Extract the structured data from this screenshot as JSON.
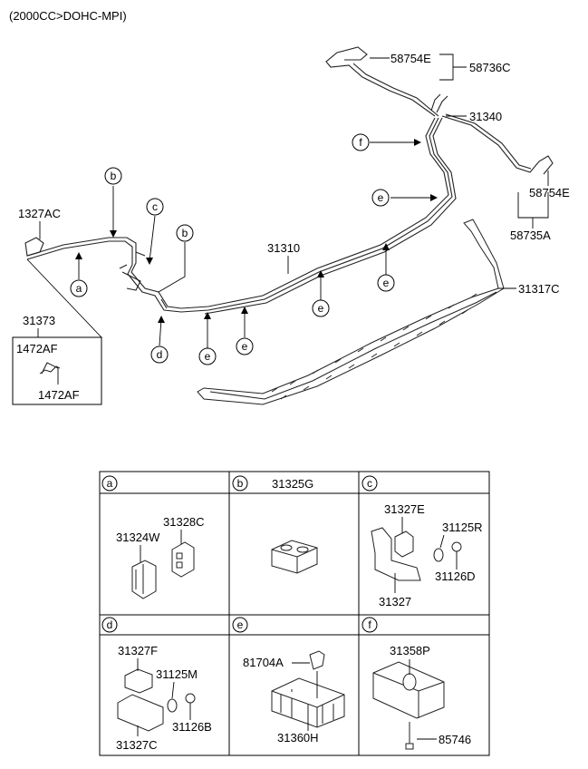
{
  "header": {
    "title": "(2000CC>DOHC-MPI)"
  },
  "parts": {
    "p58754E_top": "58754E",
    "p58736C": "58736C",
    "p31340": "31340",
    "p58754E_right": "58754E",
    "p58735A": "58735A",
    "p1327AC": "1327AC",
    "p31310": "31310",
    "p31317C": "31317C",
    "p31373": "31373",
    "p1472AF_a": "1472AF",
    "p1472AF_b": "1472AF"
  },
  "callouts": {
    "a": "a",
    "b1": "b",
    "b2": "b",
    "c": "c",
    "d": "d",
    "e1": "e",
    "e2": "e",
    "e3": "e",
    "e4": "e",
    "e5": "e",
    "f": "f"
  },
  "table": {
    "cells": [
      {
        "letter": "a",
        "header": "",
        "parts": [
          "31328C",
          "31324W"
        ]
      },
      {
        "letter": "b",
        "header": "31325G",
        "parts": []
      },
      {
        "letter": "c",
        "header": "",
        "parts": [
          "31327E",
          "31125R",
          "31126D",
          "31327"
        ]
      },
      {
        "letter": "d",
        "header": "",
        "parts": [
          "31327F",
          "31125M",
          "31126B",
          "31327C"
        ]
      },
      {
        "letter": "e",
        "header": "",
        "parts": [
          "81704A",
          "31360H"
        ]
      },
      {
        "letter": "f",
        "header": "",
        "parts": [
          "31358P",
          "85746"
        ]
      }
    ]
  }
}
